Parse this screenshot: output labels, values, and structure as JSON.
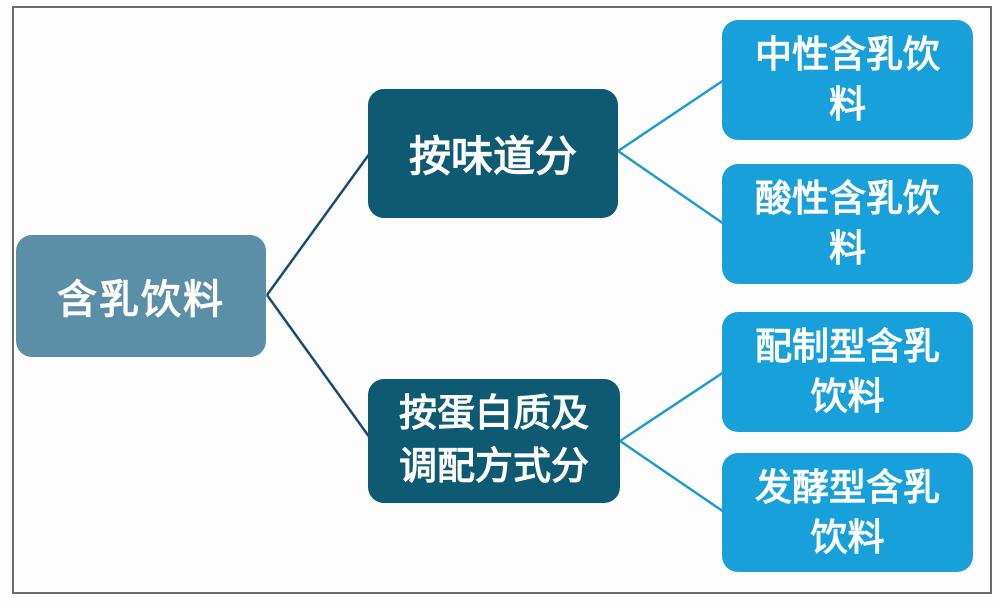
{
  "colors": {
    "background": "#fdfdfd",
    "frame_border": "#6b6b6b",
    "root_node": "#5b8fa8",
    "category_node": "#0d5a72",
    "leaf_node": "#18a0da",
    "connector_primary": "#1b4a6e",
    "connector_secondary": "#1e9bcd",
    "text": "#ffffff"
  },
  "diagram": {
    "root": {
      "label": "含乳饮料"
    },
    "branches": [
      {
        "label": "按味道分",
        "children": [
          {
            "label": "中性含乳饮料"
          },
          {
            "label": "酸性含乳饮料"
          }
        ]
      },
      {
        "label": "按蛋白质及调配方式分",
        "children": [
          {
            "label": "配制型含乳饮料"
          },
          {
            "label": "发酵型含乳饮料"
          }
        ]
      }
    ]
  }
}
